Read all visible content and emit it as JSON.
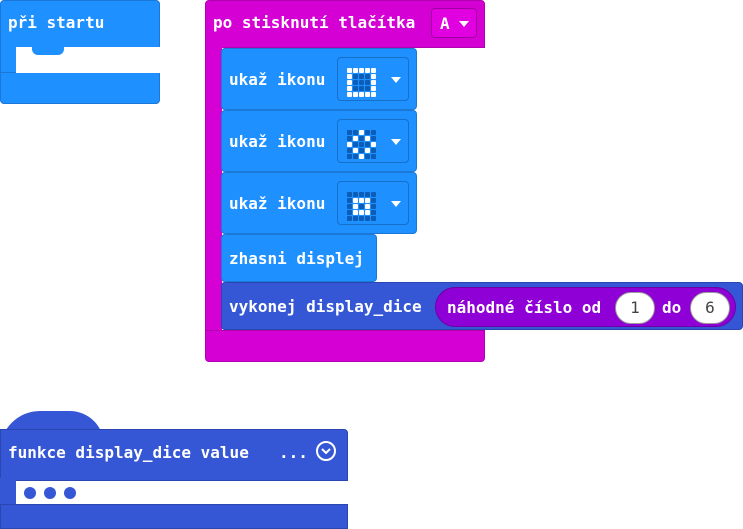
{
  "on_start": {
    "label": "při startu"
  },
  "on_button": {
    "label": "po stisknutí tlačítka",
    "button_value": "A"
  },
  "statements": [
    {
      "label": "ukaž ikonu",
      "icon_name": "square-icon",
      "pattern": [
        [
          1,
          1,
          1,
          1,
          1
        ],
        [
          1,
          0,
          0,
          0,
          1
        ],
        [
          1,
          0,
          0,
          0,
          1
        ],
        [
          1,
          0,
          0,
          0,
          1
        ],
        [
          1,
          1,
          1,
          1,
          1
        ]
      ]
    },
    {
      "label": "ukaž ikonu",
      "icon_name": "diamond-icon",
      "pattern": [
        [
          0,
          0,
          1,
          0,
          0
        ],
        [
          0,
          1,
          0,
          1,
          0
        ],
        [
          1,
          0,
          0,
          0,
          1
        ],
        [
          0,
          1,
          0,
          1,
          0
        ],
        [
          0,
          0,
          1,
          0,
          0
        ]
      ]
    },
    {
      "label": "ukaž ikonu",
      "icon_name": "small-square-icon",
      "pattern": [
        [
          0,
          0,
          0,
          0,
          0
        ],
        [
          0,
          1,
          1,
          1,
          0
        ],
        [
          0,
          1,
          0,
          1,
          0
        ],
        [
          0,
          1,
          1,
          1,
          0
        ],
        [
          0,
          0,
          0,
          0,
          0
        ]
      ]
    }
  ],
  "clear": {
    "label": "zhasni displej"
  },
  "call": {
    "label": "vykonej display_dice",
    "random_label": "náhodné číslo od",
    "from": "1",
    "to_label": "do",
    "to": "6"
  },
  "function": {
    "label": "funkce display_dice value",
    "ellipsis": "..."
  },
  "colors": {
    "loops_blue": "#1e90ff",
    "input_magenta": "#d400d4",
    "math_purple": "#8f00d6",
    "functions_indigo": "#3557d6"
  }
}
